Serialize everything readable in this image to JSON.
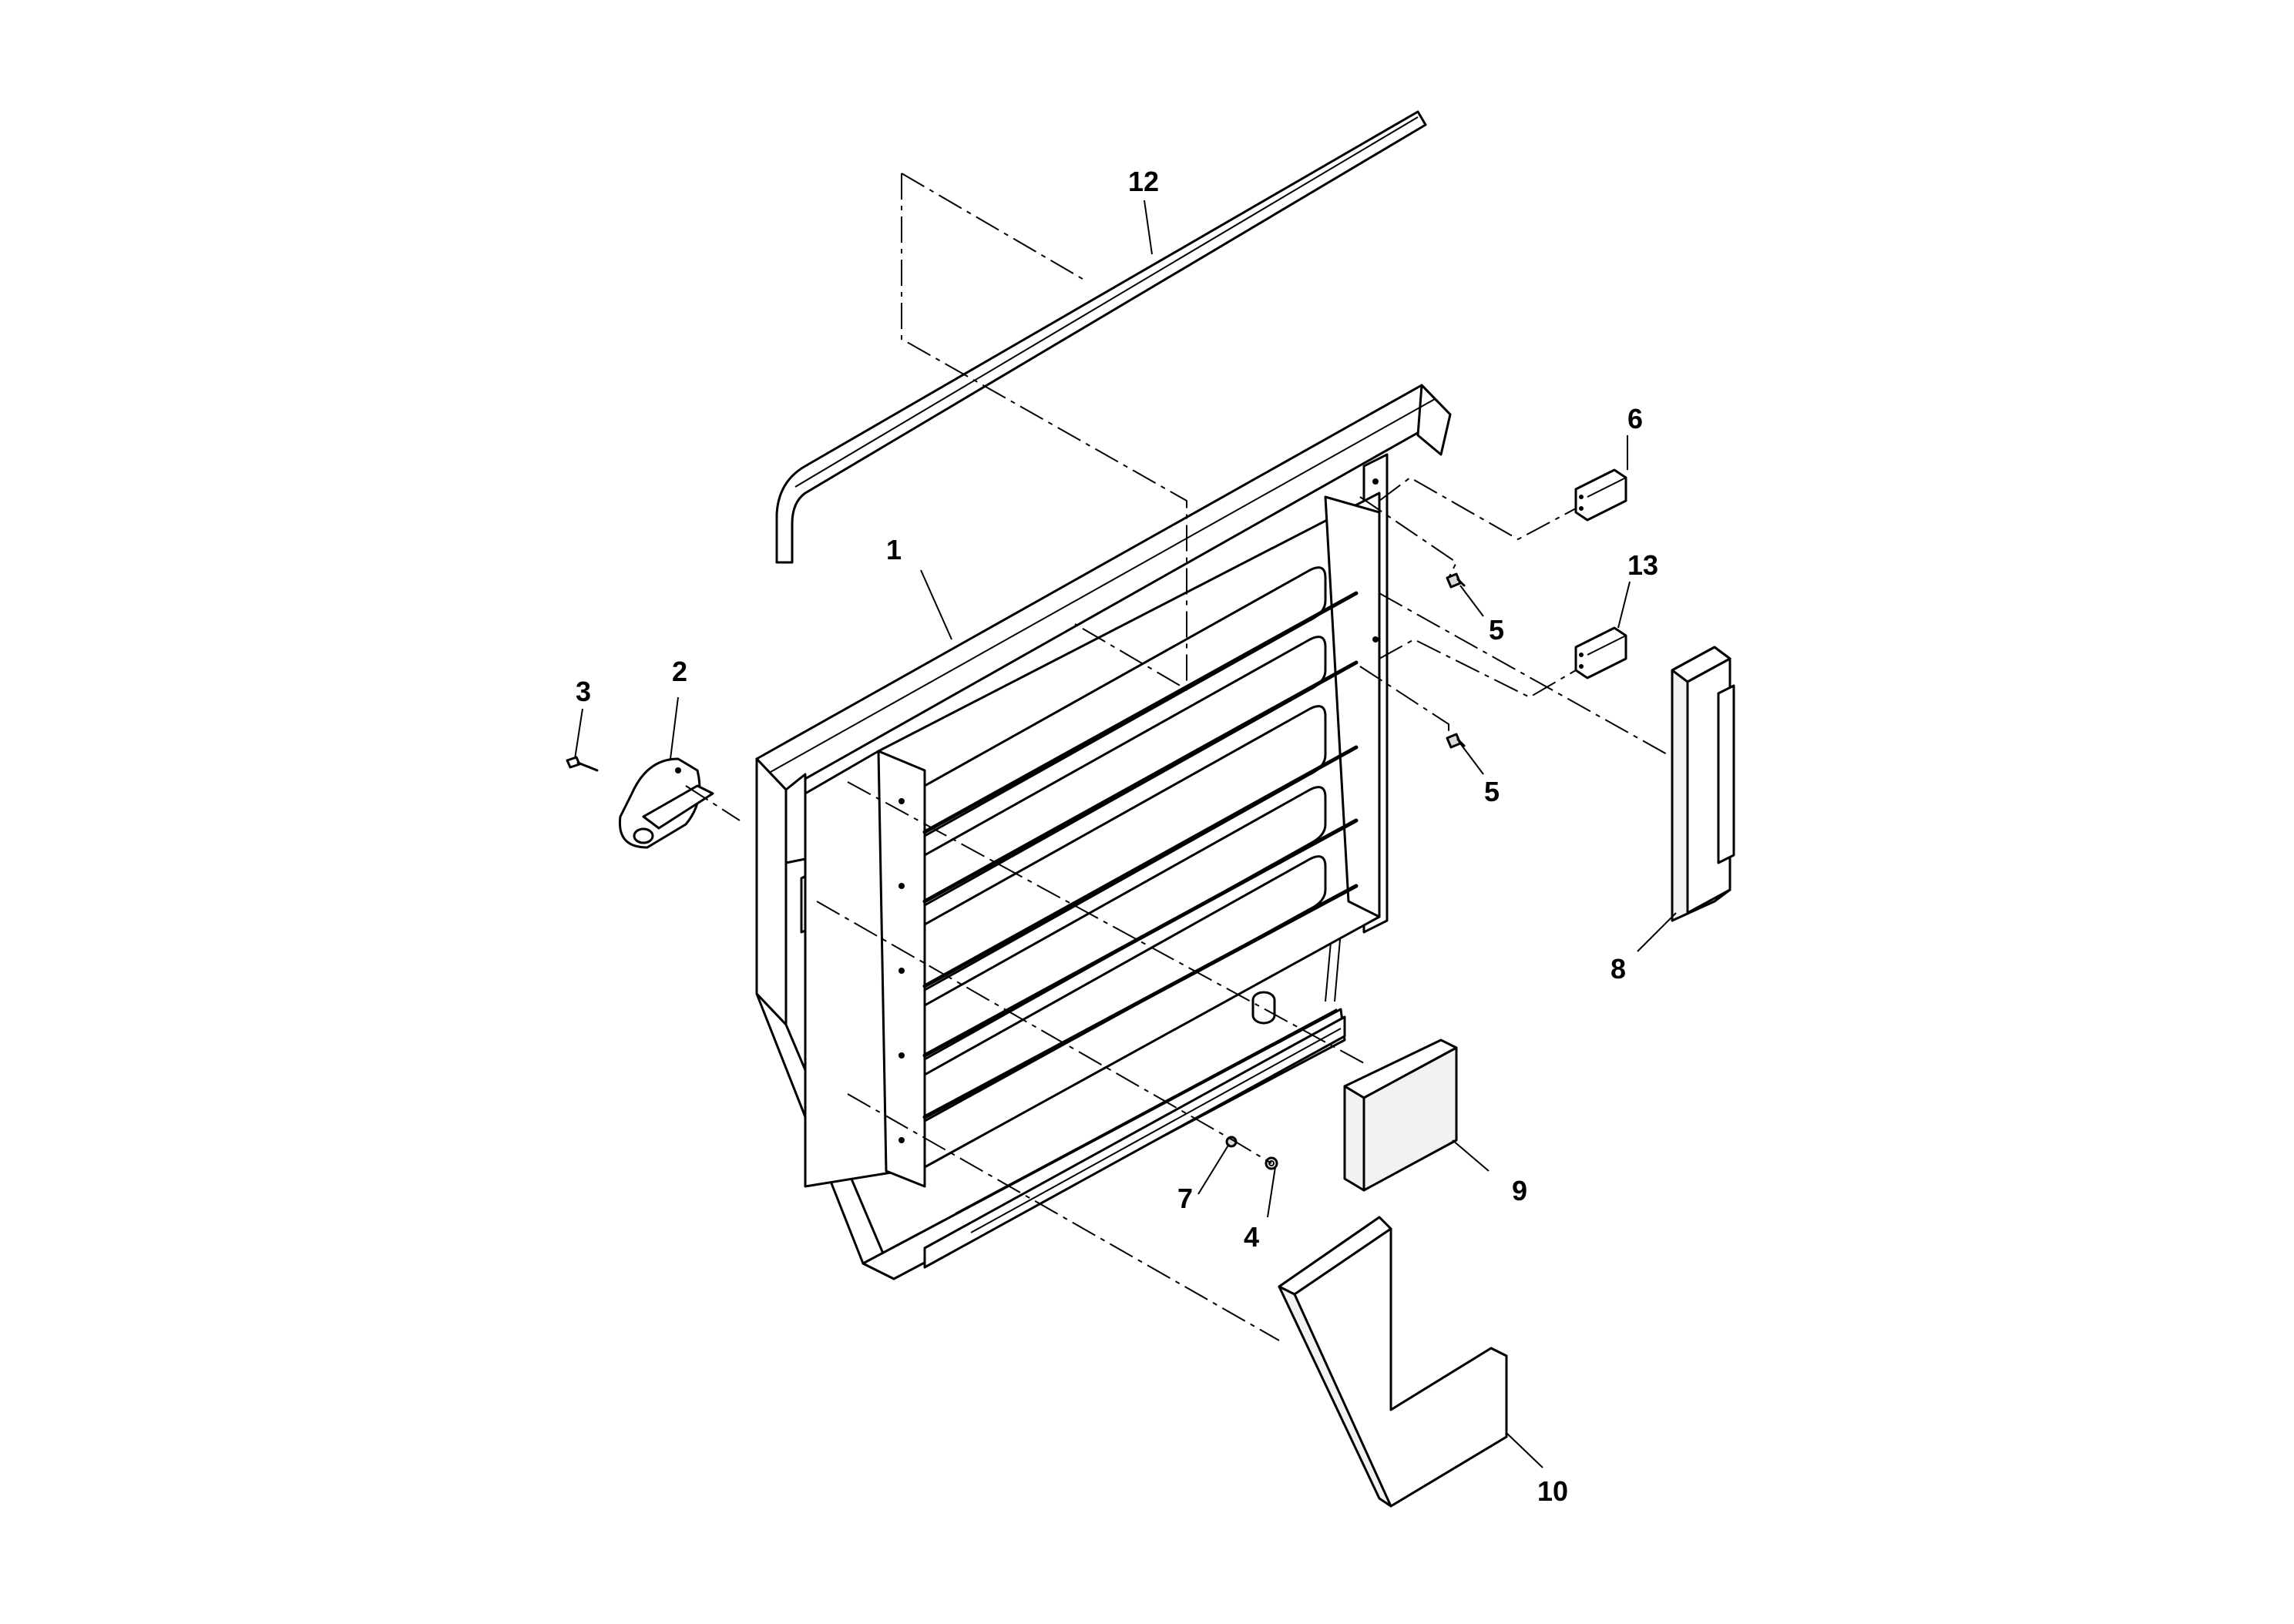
{
  "callouts": {
    "c1": "1",
    "c2": "2",
    "c3": "3",
    "c4": "4",
    "c5a": "5",
    "c5b": "5",
    "c6": "6",
    "c7": "7",
    "c8": "8",
    "c9": "9",
    "c10": "10",
    "c12": "12",
    "c13": "13"
  }
}
